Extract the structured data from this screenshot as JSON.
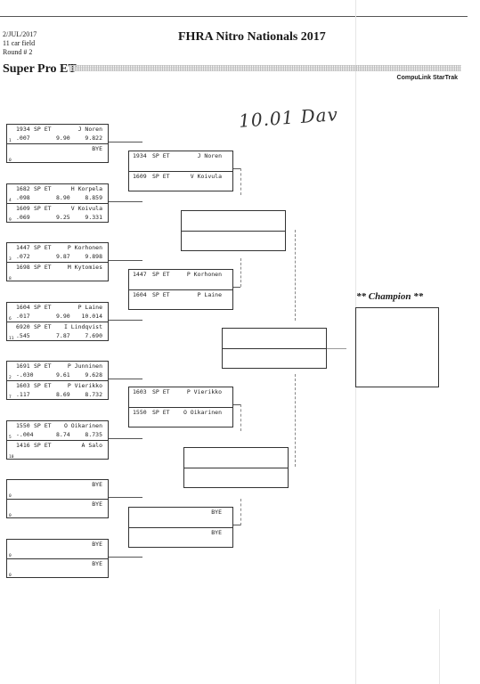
{
  "header": {
    "date": "2/JUL/2017",
    "field": "11 car field",
    "round": "Round # 2",
    "title": "FHRA Nitro Nationals 2017",
    "class_name": "Super Pro ET",
    "brand": "CompuLink StarTrak",
    "handwritten_note": "10.01 Dav"
  },
  "round1": [
    {
      "top": {
        "num": "1934",
        "cls": "SP ET",
        "name": "J Noren",
        "lane": "1",
        "rt": ".007",
        "dial": "9.90",
        "et": "9.822"
      },
      "bot": {
        "num": "",
        "cls": "",
        "name": "BYE",
        "lane": "0",
        "rt": "",
        "dial": "",
        "et": ""
      }
    },
    {
      "top": {
        "num": "1682",
        "cls": "SP ET",
        "name": "H Korpela",
        "lane": "4",
        "rt": ".098",
        "dial": "8.90",
        "et": "8.859"
      },
      "bot": {
        "num": "1609",
        "cls": "SP ET",
        "name": "V Koivula",
        "lane": "9",
        "rt": ".069",
        "dial": "9.25",
        "et": "9.331"
      }
    },
    {
      "top": {
        "num": "1447",
        "cls": "SP ET",
        "name": "P Korhonen",
        "lane": "3",
        "rt": ".072",
        "dial": "9.87",
        "et": "9.898"
      },
      "bot": {
        "num": "1698",
        "cls": "SP ET",
        "name": "M Kytomies",
        "lane": "8",
        "rt": "",
        "dial": "",
        "et": ""
      }
    },
    {
      "top": {
        "num": "1604",
        "cls": "SP ET",
        "name": "P Laine",
        "lane": "6",
        "rt": ".017",
        "dial": "9.90",
        "et": "10.014"
      },
      "bot": {
        "num": "6920",
        "cls": "SP ET",
        "name": "I Lindqvist",
        "lane": "11",
        "rt": ".545",
        "dial": "7.87",
        "et": "7.690"
      }
    },
    {
      "top": {
        "num": "1691",
        "cls": "SP ET",
        "name": "P Junninen",
        "lane": "2",
        "rt": "-.030",
        "dial": "9.61",
        "et": "9.628"
      },
      "bot": {
        "num": "1603",
        "cls": "SP ET",
        "name": "P Vierikko",
        "lane": "7",
        "rt": ".117",
        "dial": "8.69",
        "et": "8.732"
      }
    },
    {
      "top": {
        "num": "1550",
        "cls": "SP ET",
        "name": "O Oikarinen",
        "lane": "5",
        "rt": "-.004",
        "dial": "8.74",
        "et": "8.735"
      },
      "bot": {
        "num": "1416",
        "cls": "SP ET",
        "name": "A Salo",
        "lane": "10",
        "rt": "",
        "dial": "",
        "et": ""
      }
    },
    {
      "top": {
        "num": "",
        "cls": "",
        "name": "BYE",
        "lane": "0",
        "rt": "",
        "dial": "",
        "et": ""
      },
      "bot": {
        "num": "",
        "cls": "",
        "name": "BYE",
        "lane": "0",
        "rt": "",
        "dial": "",
        "et": ""
      }
    },
    {
      "top": {
        "num": "",
        "cls": "",
        "name": "BYE",
        "lane": "0",
        "rt": "",
        "dial": "",
        "et": ""
      },
      "bot": {
        "num": "",
        "cls": "",
        "name": "BYE",
        "lane": "0",
        "rt": "",
        "dial": "",
        "et": ""
      }
    }
  ],
  "round2": [
    {
      "top": {
        "num": "1934",
        "cls": "SP ET",
        "name": "J Noren"
      },
      "bot": {
        "num": "1609",
        "cls": "SP ET",
        "name": "V Koivula"
      }
    },
    {
      "top": {
        "num": "1447",
        "cls": "SP ET",
        "name": "P Korhonen"
      },
      "bot": {
        "num": "1604",
        "cls": "SP ET",
        "name": "P Laine"
      }
    },
    {
      "top": {
        "num": "1603",
        "cls": "SP ET",
        "name": "P Vierikko"
      },
      "bot": {
        "num": "1550",
        "cls": "SP ET",
        "name": "O Oikarinen"
      }
    },
    {
      "top": {
        "num": "",
        "cls": "",
        "name": "BYE"
      },
      "bot": {
        "num": "",
        "cls": "",
        "name": "BYE"
      }
    }
  ],
  "champion_label": "** Champion **"
}
